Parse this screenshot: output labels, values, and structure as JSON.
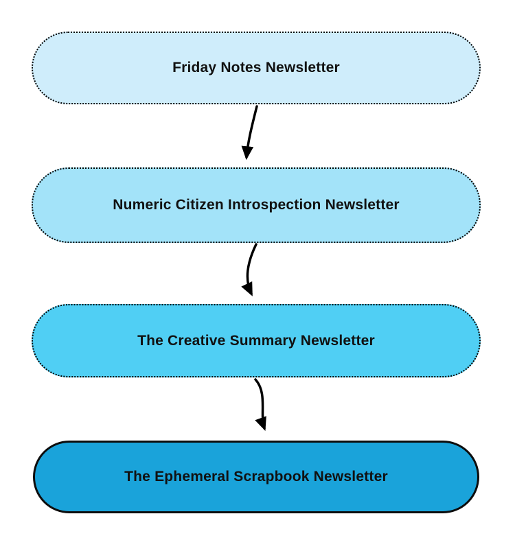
{
  "diagram": {
    "type": "flowchart",
    "direction": "top-to-bottom",
    "nodes": [
      {
        "id": "friday-notes",
        "label": "Friday Notes Newsletter",
        "fill": "#cfedfb",
        "border": "dotted"
      },
      {
        "id": "numeric-citizen",
        "label": "Numeric Citizen Introspection Newsletter",
        "fill": "#a3e3f9",
        "border": "dotted"
      },
      {
        "id": "creative-summary",
        "label": "The Creative Summary Newsletter",
        "fill": "#50cff4",
        "border": "dotted"
      },
      {
        "id": "ephemeral-scrapbook",
        "label": "The Ephemeral Scrapbook Newsletter",
        "fill": "#1aa3da",
        "border": "solid"
      }
    ],
    "connectors": [
      {
        "from": "friday-notes",
        "to": "numeric-citizen"
      },
      {
        "from": "numeric-citizen",
        "to": "creative-summary"
      },
      {
        "from": "creative-summary",
        "to": "ephemeral-scrapbook"
      }
    ],
    "connector_color": "#000000",
    "text_color": "#111111",
    "background_color": "#ffffff"
  }
}
